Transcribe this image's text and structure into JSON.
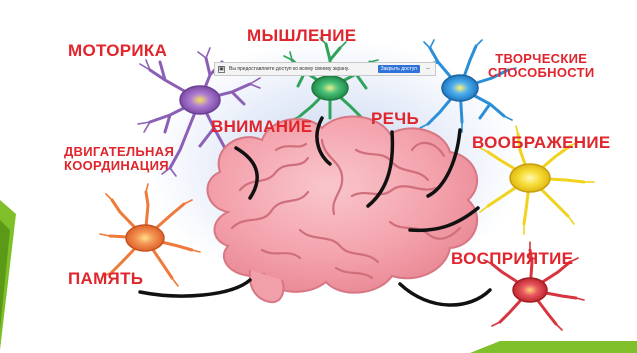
{
  "labels": {
    "motorika": "МОТОРИКА",
    "myshlenie": "МЫШЛЕНИЕ",
    "tvorcheskie_1": "ТВОРЧЕСКИЕ",
    "tvorcheskie_2": "СПОСОБНОСТИ",
    "vnimanie": "ВНИМАНИЕ",
    "rech": "РЕЧЬ",
    "voobrazhenie": "ВООБРАЖЕНИЕ",
    "dvig_1": "ДВИГАТЕЛЬНАЯ",
    "dvig_2": "КООРДИНАЦИЯ",
    "pamyat": "ПАМЯТЬ",
    "vospriyatie": "ВОСПРИЯТИЕ"
  },
  "notice": {
    "text": "Вы предоставляете доступ ко всему своему экрану.",
    "button": "Закрыть доступ",
    "close": "–"
  },
  "colors": {
    "label_red": "#e0252c",
    "brain_pink": "#f4a3ad",
    "brain_outline": "#d77783",
    "line_black": "#111111",
    "neuron_purple": "#8b5fb5",
    "neuron_green": "#2fa35a",
    "neuron_blue": "#2a8fd6",
    "neuron_yellow": "#f1d21d",
    "neuron_orange": "#ee7a3b",
    "neuron_red": "#d8343d",
    "accent_green": "#7fbf2a"
  },
  "icons": [
    "screen-share-icon",
    "neuron-icon",
    "brain-illustration",
    "slide-arrow-icon"
  ]
}
